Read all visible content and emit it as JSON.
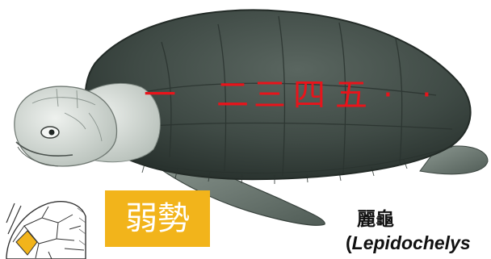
{
  "carapace_numerals": [
    "一",
    "二",
    "三",
    "四",
    "五",
    "·",
    "·"
  ],
  "status_badge": {
    "text": "弱勢",
    "color": "#f2b41b"
  },
  "species": {
    "common_name": "麗龜",
    "scientific_open": "(",
    "scientific_name": "Lepidochelys"
  },
  "colors": {
    "shell": "#3f4a45",
    "skin": "#d6dcd6",
    "label_red": "#e8141b"
  },
  "icons": [
    "olive-ridley-turtle-illustration",
    "turtle-head-scale-diagram-icon"
  ]
}
